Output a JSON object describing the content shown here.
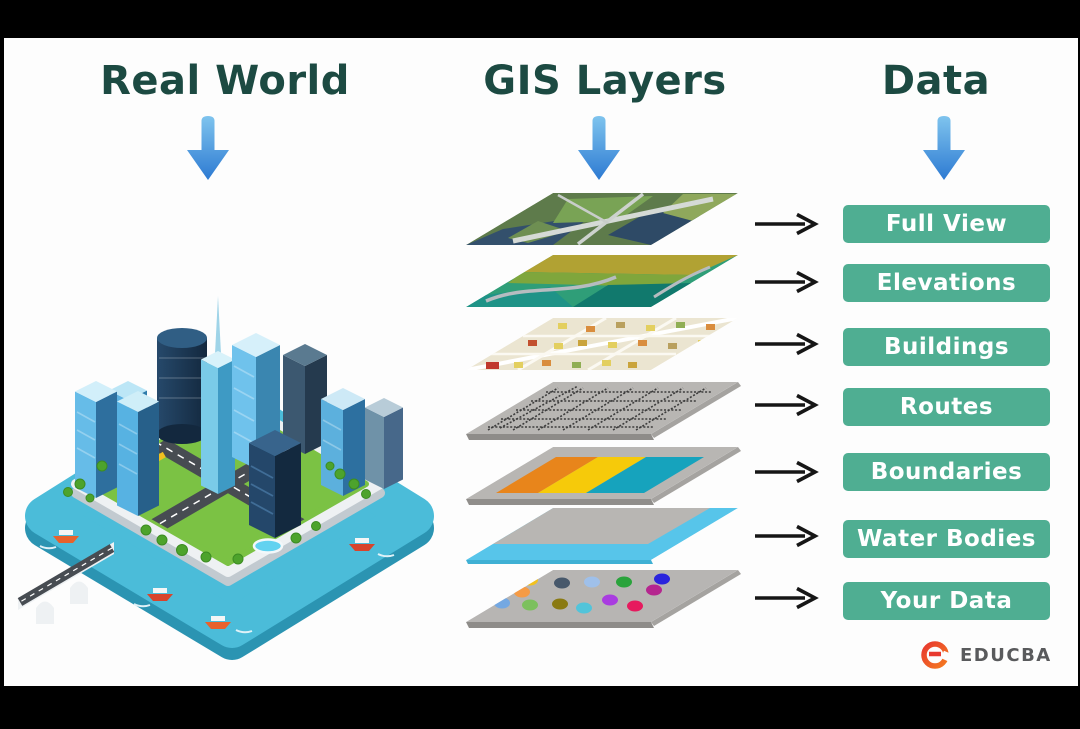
{
  "frame": {
    "background": "#000000",
    "stage_background": "#fdfdfd"
  },
  "headings": {
    "real_world": "Real World",
    "gis_layers": "GIS Layers",
    "data": "Data",
    "color": "#1c4a42"
  },
  "arrows": {
    "down_arrow_top_color": "#7fc4ee",
    "down_arrow_bottom_color": "#2d7ad2",
    "map_arrow_color": "#161616"
  },
  "data_buttons": [
    {
      "label": "Full View"
    },
    {
      "label": "Elevations"
    },
    {
      "label": "Buildings"
    },
    {
      "label": "Routes"
    },
    {
      "label": "Boundaries"
    },
    {
      "label": "Water Bodies"
    },
    {
      "label": "Your Data"
    }
  ],
  "button_style": {
    "background": "#4fae92",
    "text_color": "#ffffff"
  },
  "gis_layers_stack": [
    {
      "name": "satellite-imagery-layer",
      "maps_to": "Full View"
    },
    {
      "name": "elevation-terrain-layer",
      "maps_to": "Elevations"
    },
    {
      "name": "buildings-layer",
      "maps_to": "Buildings"
    },
    {
      "name": "routes-grid-layer",
      "maps_to": "Routes"
    },
    {
      "name": "boundaries-layer",
      "maps_to": "Boundaries",
      "colors": [
        "#e8851b",
        "#f6ca0a",
        "#16a3bd"
      ]
    },
    {
      "name": "water-bodies-layer",
      "maps_to": "Water Bodies",
      "colors": [
        "#57c5ea"
      ]
    },
    {
      "name": "data-points-layer",
      "maps_to": "Your Data"
    }
  ],
  "illustration": {
    "name": "isometric-city",
    "water_color": "#4bbcd9",
    "land_color": "#7bc244"
  },
  "logo": {
    "text": "EDUCBA",
    "icon_color": "#e8392f",
    "text_color": "#595a5c"
  }
}
